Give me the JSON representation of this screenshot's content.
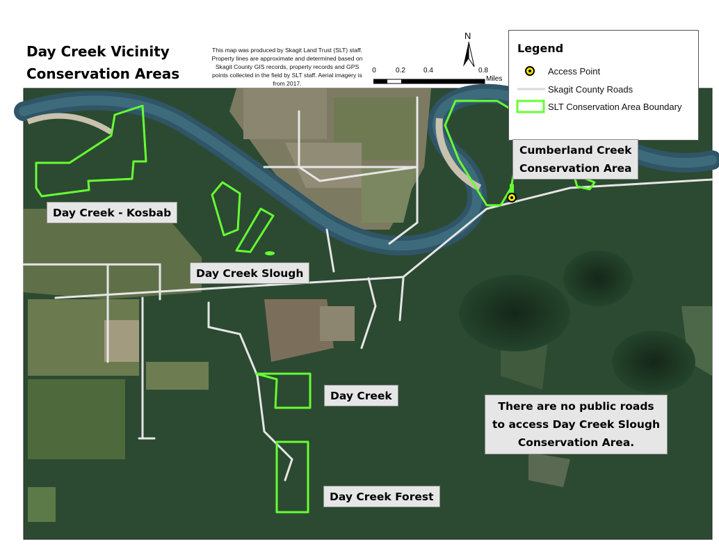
{
  "title_line1": "Day Creek Vicinity",
  "title_line2": "Conservation Areas",
  "credit": "This map was produced by Skagit Land Trust (SLT) staff. Property lines are approximate and determined based on Skagit County GIS records, property records and GPS points collected in the field by SLT staff. Aerial imagery is from 2017.",
  "north_label": "N",
  "scale": {
    "ticks": [
      "0",
      "0.2",
      "0.4",
      "0.8"
    ],
    "unit": "Miles"
  },
  "legend": {
    "title": "Legend",
    "items": [
      {
        "label": "Access Point",
        "icon": "access-point-icon"
      },
      {
        "label": "Skagit County Roads",
        "icon": "road-line-icon"
      },
      {
        "label": "SLT Conservation Area Boundary",
        "icon": "boundary-icon"
      }
    ]
  },
  "areas": {
    "kosbab": "Day Creek - Kosbab",
    "slough": "Day Creek Slough",
    "cumberland_line1": "Cumberland Creek",
    "cumberland_line2": "Conservation Area",
    "day_creek": "Day Creek",
    "forest": "Day Creek Forest"
  },
  "note": {
    "line1": "There are no public roads",
    "line2": "to access Day Creek Slough",
    "line3": "Conservation Area."
  },
  "colors": {
    "boundary": "#66ff33",
    "road": "#e6e6e6",
    "river": "#2f5566",
    "forest": "#1f3a26",
    "field": "#6f7f55",
    "access": "#f2e600"
  }
}
